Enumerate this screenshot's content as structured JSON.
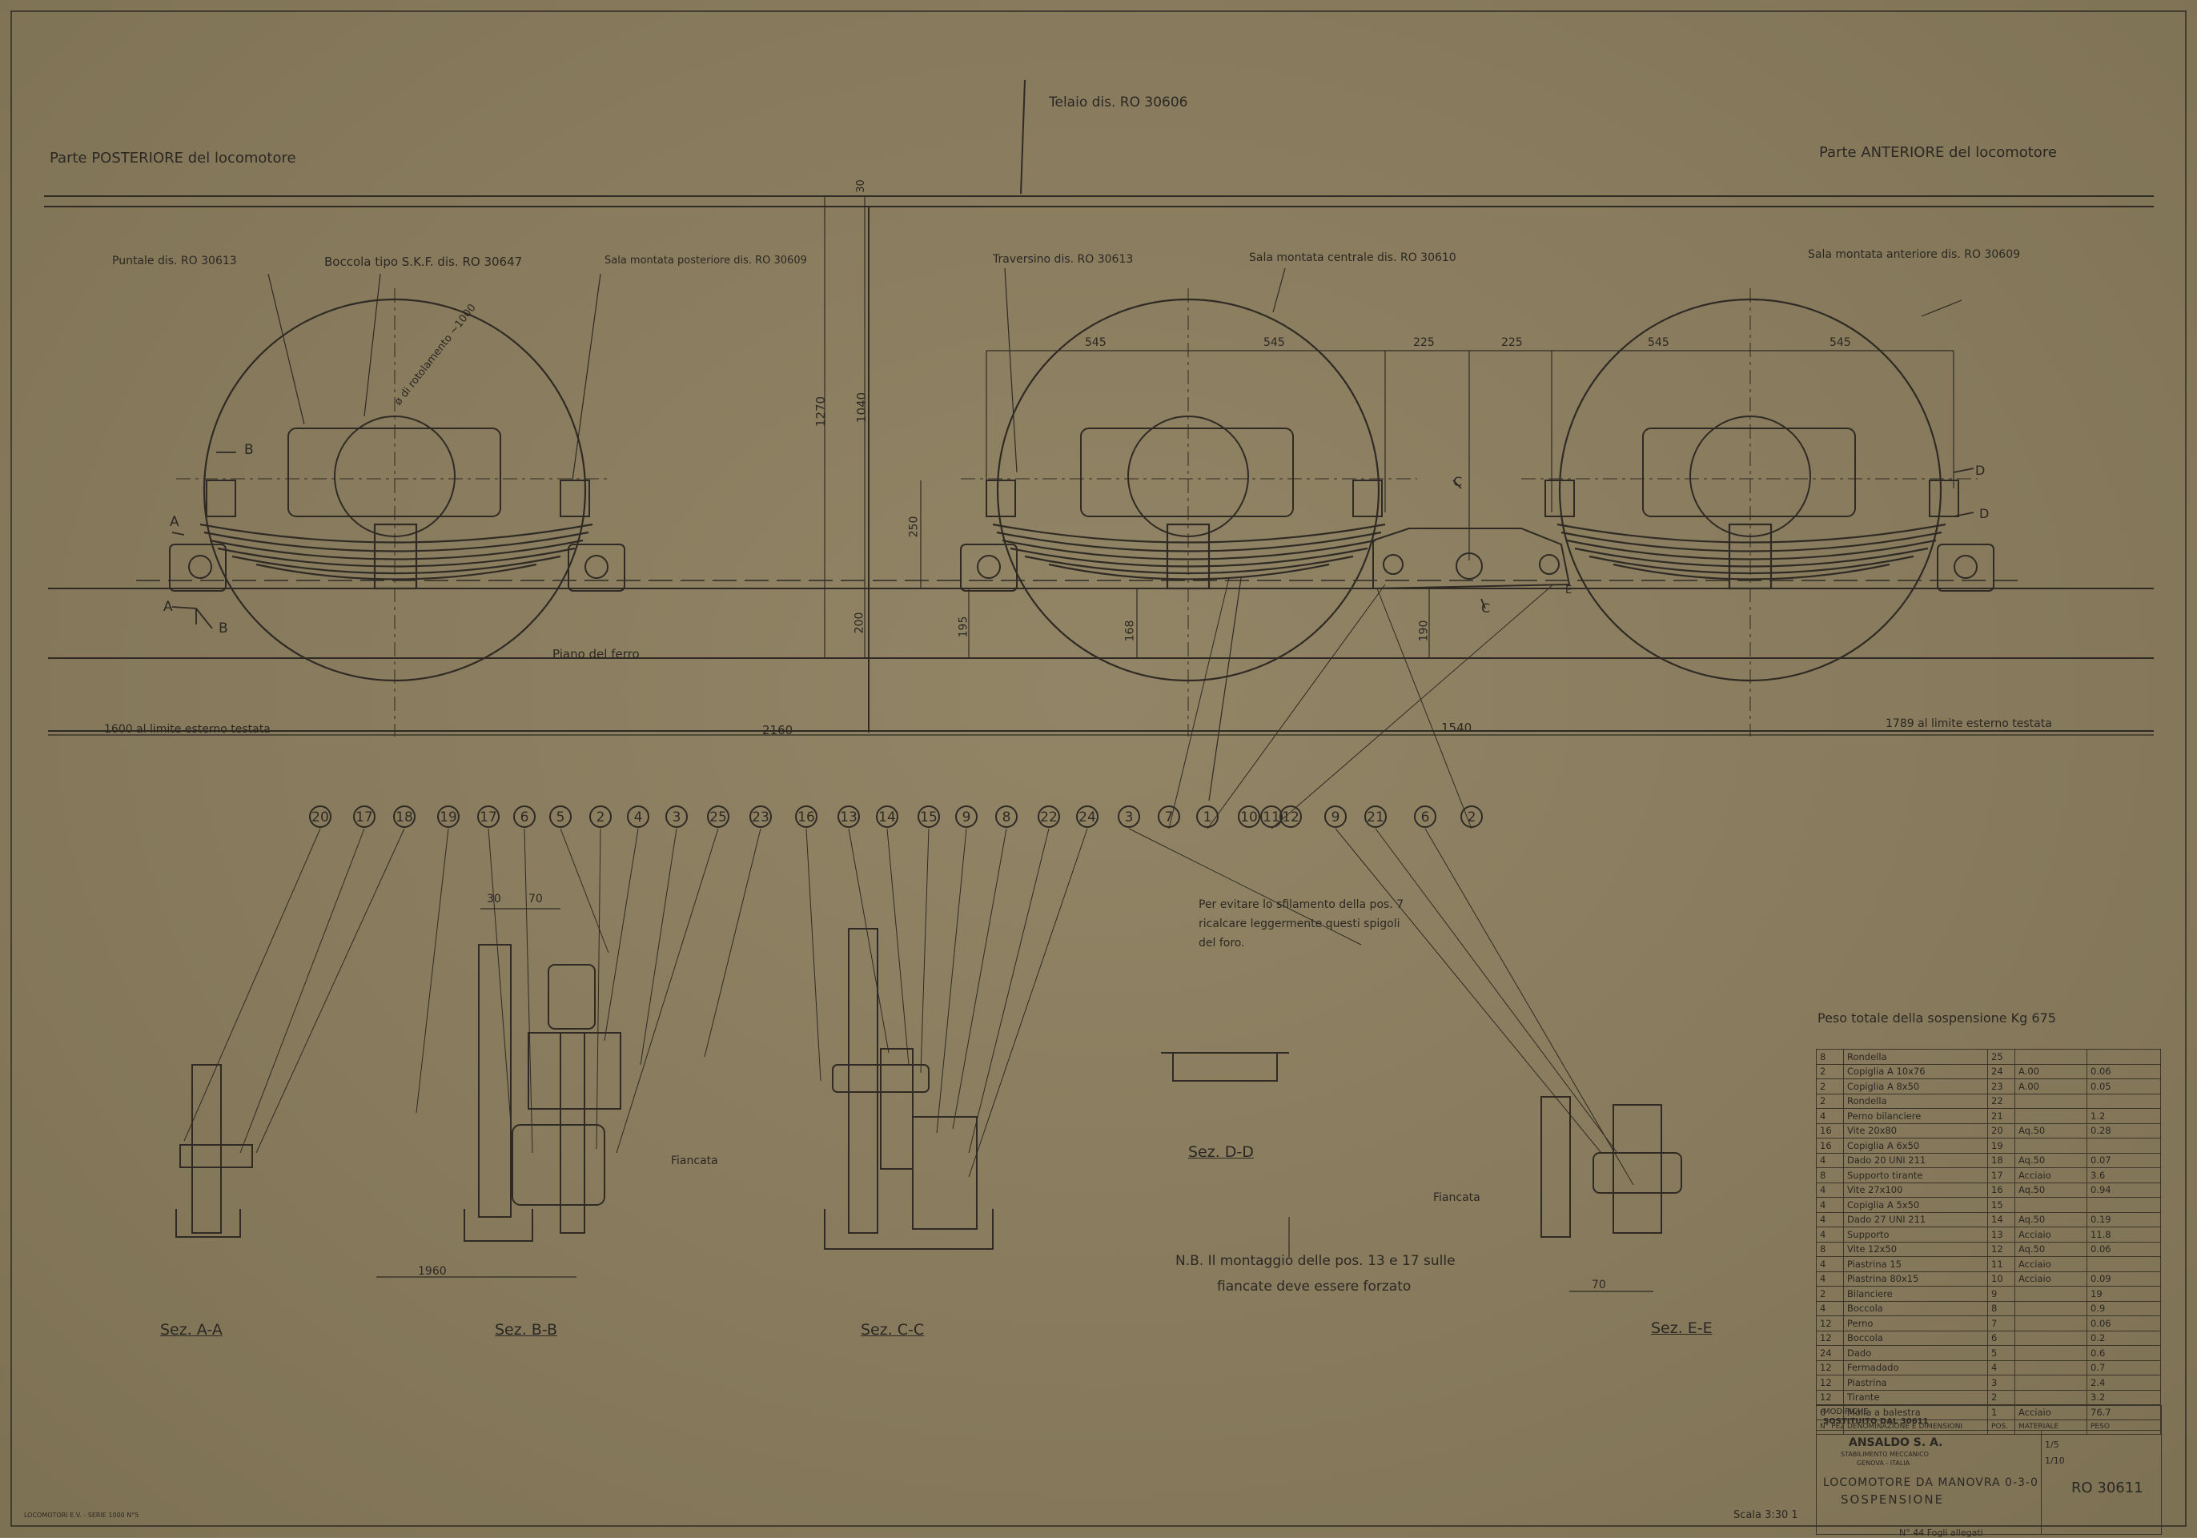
{
  "headers": {
    "telaio": "Telaio dis. RO 30606",
    "posteriore": "Parte POSTERIORE del locomotore",
    "anteriore": "Parte ANTERIORE del locomotore"
  },
  "callouts": {
    "puntale": "Puntale dis. RO 30613",
    "boccola": "Boccola tipo S.K.F. dis. RO 30647",
    "sala_posteriore": "Sala montata posteriore dis. RO 30609",
    "traversino": "Traversino dis. RO 30613",
    "sala_centrale": "Sala montata centrale dis. RO 30610",
    "sala_anteriore": "Sala montata anteriore dis. RO 30609",
    "piano_ferro": "Piano del ferro",
    "rotolamento": "ø di rotolamento ~1000",
    "fiancata_1": "Fiancata",
    "fiancata_2": "Fiancata"
  },
  "dimensions": {
    "d30": "30",
    "d1270": "1270",
    "d1040": "1040",
    "d200": "200",
    "d250": "250",
    "d195": "195",
    "d168": "168",
    "d190": "190",
    "d545a": "545",
    "d545b": "545",
    "d225a": "225",
    "d225b": "225",
    "d545c": "545",
    "d545d": "545",
    "d2160": "2160",
    "d1540": "1540",
    "left_ext": "1600 al limite esterno testata",
    "right_ext": "1789 al limite esterno testata",
    "d1960": "1960",
    "d30b": "30",
    "d70": "70",
    "d70b": "70"
  },
  "section_marks": {
    "A": "A",
    "B": "B",
    "C": "C",
    "D": "D",
    "E": "E"
  },
  "balloons": [
    "20",
    "17",
    "18",
    "19",
    "17",
    "6",
    "5",
    "2",
    "4",
    "3",
    "25",
    "23",
    "16",
    "13",
    "14",
    "15",
    "9",
    "8",
    "22",
    "24",
    "3",
    "7",
    "1",
    "10",
    "11",
    "12",
    "9",
    "21",
    "6",
    "2"
  ],
  "sections": {
    "aa": "Sez. A-A",
    "bb": "Sez. B-B",
    "cc": "Sez. C-C",
    "dd": "Sez. D-D",
    "ee": "Sez. E-E"
  },
  "notes": {
    "avoid_1": "Per evitare lo sfilamento della pos. 7",
    "avoid_2": "ricalcare leggermente questi spigoli",
    "avoid_3": "del foro.",
    "nb_1": "N.B. Il montaggio delle pos. 13 e 17 sulle",
    "nb_2": "fiancate deve essere forzato",
    "peso": "Peso totale della sospensione Kg 675",
    "scala": "Scala 3:30 1"
  },
  "bom_rows": [
    {
      "n": "8",
      "desc": "Rondella",
      "pos": "25",
      "mat": "",
      "w": ""
    },
    {
      "n": "2",
      "desc": "Copiglia A 10x76",
      "pos": "24",
      "mat": "A.00",
      "w": "0.06"
    },
    {
      "n": "2",
      "desc": "Copiglia A 8x50",
      "pos": "23",
      "mat": "A.00",
      "w": "0.05"
    },
    {
      "n": "2",
      "desc": "Rondella",
      "pos": "22",
      "mat": "",
      "w": ""
    },
    {
      "n": "4",
      "desc": "Perno bilanciere",
      "pos": "21",
      "mat": "",
      "w": "1.2"
    },
    {
      "n": "16",
      "desc": "Vite 20x80",
      "pos": "20",
      "mat": "Aq.50",
      "w": "0.28"
    },
    {
      "n": "16",
      "desc": "Copiglia A 6x50",
      "pos": "19",
      "mat": "",
      "w": ""
    },
    {
      "n": "4",
      "desc": "Dado 20 UNI 211",
      "pos": "18",
      "mat": "Aq.50",
      "w": "0.07"
    },
    {
      "n": "8",
      "desc": "Supporto tirante",
      "pos": "17",
      "mat": "Acciaio",
      "w": "3.6"
    },
    {
      "n": "4",
      "desc": "Vite 27x100",
      "pos": "16",
      "mat": "Aq.50",
      "w": "0.94"
    },
    {
      "n": "4",
      "desc": "Copiglia A 5x50",
      "pos": "15",
      "mat": "",
      "w": ""
    },
    {
      "n": "4",
      "desc": "Dado 27 UNI 211",
      "pos": "14",
      "mat": "Aq.50",
      "w": "0.19"
    },
    {
      "n": "4",
      "desc": "Supporto",
      "pos": "13",
      "mat": "Acciaio",
      "w": "11.8"
    },
    {
      "n": "8",
      "desc": "Vite 12x50",
      "pos": "12",
      "mat": "Aq.50",
      "w": "0.06"
    },
    {
      "n": "4",
      "desc": "Piastrina 15",
      "pos": "11",
      "mat": "Acciaio",
      "w": ""
    },
    {
      "n": "4",
      "desc": "Piastrina 80x15",
      "pos": "10",
      "mat": "Acciaio",
      "w": "0.09"
    },
    {
      "n": "2",
      "desc": "Bilanciere",
      "pos": "9",
      "mat": "",
      "w": "19"
    },
    {
      "n": "4",
      "desc": "Boccola",
      "pos": "8",
      "mat": "",
      "w": "0.9"
    },
    {
      "n": "12",
      "desc": "Perno",
      "pos": "7",
      "mat": "",
      "w": "0.06"
    },
    {
      "n": "12",
      "desc": "Boccola",
      "pos": "6",
      "mat": "",
      "w": "0.2"
    },
    {
      "n": "24",
      "desc": "Dado",
      "pos": "5",
      "mat": "",
      "w": "0.6"
    },
    {
      "n": "12",
      "desc": "Fermadado",
      "pos": "4",
      "mat": "",
      "w": "0.7"
    },
    {
      "n": "12",
      "desc": "Piastrina",
      "pos": "3",
      "mat": "",
      "w": "2.4"
    },
    {
      "n": "12",
      "desc": "Tirante",
      "pos": "2",
      "mat": "",
      "w": "3.2"
    },
    {
      "n": "6",
      "desc": "Molla a balestra",
      "pos": "1",
      "mat": "Acciaio",
      "w": "76.7"
    }
  ],
  "bom_header": {
    "n": "N° PEZZI",
    "desc": "DENOMINAZIONE E DIMENSIONI",
    "pos": "POS.",
    "mat": "MATERIALE",
    "w": "PESO"
  },
  "title_block": {
    "modifica": "MODIFICHE",
    "rev": "SOSTITUITO DAL 30611",
    "company": "ANSALDO S. A.",
    "company_sub": "STABILIMENTO MECCANICO",
    "city": "GENOVA - ITALIA",
    "title1": "LOCOMOTORE DA MANOVRA 0-3-0",
    "title2": "SOSPENSIONE",
    "number": "RO 30611",
    "scale": "1/5",
    "scale2": "1/10",
    "footer_left": "LOCOMOTORI E.V. - SERIE 1000 N°5",
    "bottom_note": "N° 44 Fogli allegati"
  }
}
